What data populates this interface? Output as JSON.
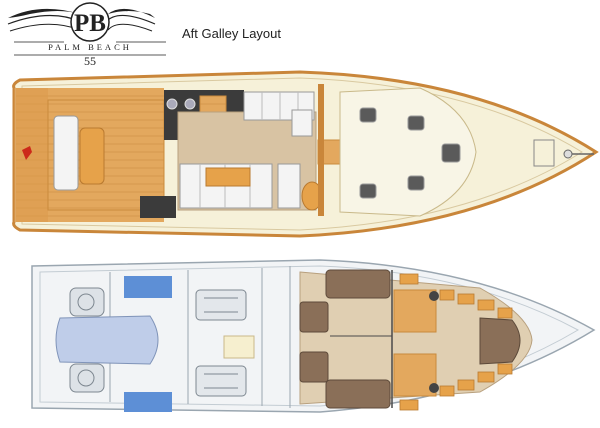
{
  "logo": {
    "letters": "PB",
    "brand": "PALM BEACH",
    "model": "55"
  },
  "title": "Aft Galley Layout",
  "colors": {
    "deck_cream": "#f6f1d9",
    "teak": "#e3a85e",
    "teak_dark": "#c98a3c",
    "hull_trim": "#c9863a",
    "galley_dark": "#3b3b3b",
    "floor_tan": "#d8c3a3",
    "cushion_white": "#f4f4f4",
    "table_orange": "#e6a24a",
    "hatch_grey": "#5a5a5a",
    "lower_hull": "#e8ebee",
    "lower_line": "#9aa6b0",
    "tank_blue": "#5d8fd6",
    "tender_blue": "#bfcde9",
    "berth_brown": "#8a6f58",
    "cabin_floor": "#e0cfb2"
  }
}
